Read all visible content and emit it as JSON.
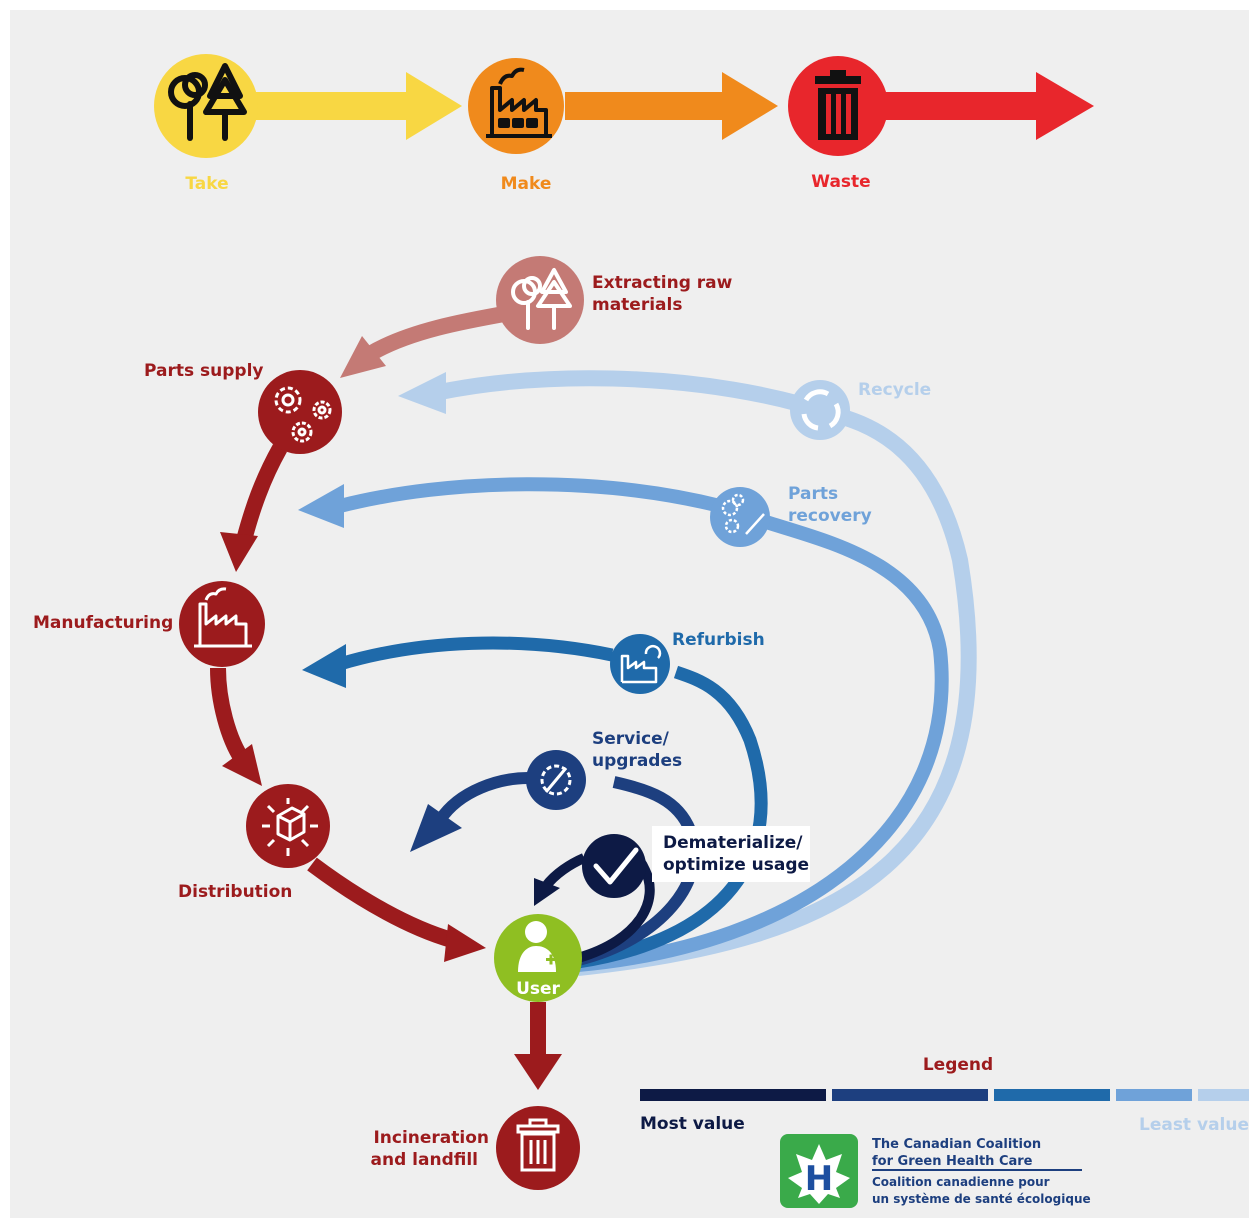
{
  "linear_economy": {
    "take_label": "Take",
    "make_label": "Make",
    "waste_label": "Waste"
  },
  "circular_economy": {
    "extracting_label": "Extracting raw materials",
    "parts_supply_label": "Parts supply",
    "manufacturing_label": "Manufacturing",
    "distribution_label": "Distribution",
    "user_label": "User",
    "incineration_label": "Incineration and landfill",
    "recycle_label": "Recycle",
    "parts_recovery_label": "Parts recovery",
    "refurbish_label": "Refurbish",
    "service_label": "Service/ upgrades",
    "dematerialize_label": "Dematerialize/ optimize usage"
  },
  "legend": {
    "title": "Legend",
    "most_label": "Most value",
    "least_label": "Least value",
    "colors": [
      "#0d1a45",
      "#1d3f7f",
      "#1f6aaa",
      "#6fa2d9",
      "#b5cfeb"
    ]
  },
  "organization": {
    "name_en_line1": "The Canadian Coalition",
    "name_en_line2": "for Green Health Care",
    "name_fr_line1": "Coalition canadienne pour",
    "name_fr_line2": "un système de santé écologique",
    "logo_letter": "H"
  },
  "colors": {
    "take": "#f8d743",
    "make": "#f08a1c",
    "waste": "#e8262c",
    "linear_node_red": "#9c1b1d",
    "extract": "#c47a75",
    "recycle": "#b5cfeb",
    "parts_recovery": "#6fa2d9",
    "refurbish": "#1f6aaa",
    "service": "#1d3f7f",
    "dematerialize": "#0d1a45",
    "user": "#8fbf22"
  }
}
